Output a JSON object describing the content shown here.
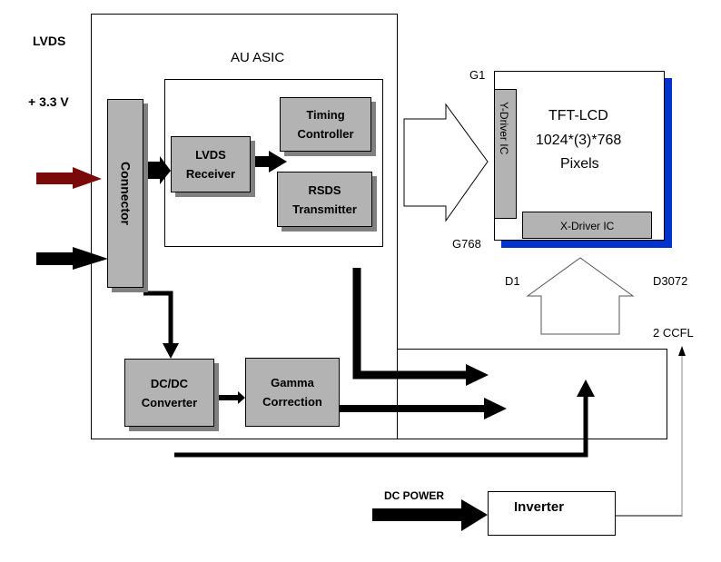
{
  "labels": {
    "lvds": "LVDS",
    "voltage": "+ 3.3 V",
    "asic": "AU ASIC",
    "g1": "G1",
    "g768": "G768",
    "d1": "D1",
    "d3072": "D3072",
    "ccfl": "2 CCFL",
    "dc_power": "DC POWER"
  },
  "blocks": {
    "connector": "Connector",
    "lvds_receiver": [
      "LVDS",
      "Receiver"
    ],
    "timing_controller": [
      "Timing",
      "Controller"
    ],
    "rsds_transmitter": [
      "RSDS",
      "Transmitter"
    ],
    "dcdc_converter": [
      "DC/DC",
      "Converter"
    ],
    "gamma_correction": [
      "Gamma",
      "Correction"
    ],
    "inverter": "Inverter"
  },
  "panel": {
    "title": "TFT-LCD",
    "resolution": "1024*(3)*768",
    "unit": "Pixels",
    "y_driver": "Y-Driver IC",
    "x_driver": "X-Driver IC"
  },
  "colors": {
    "block_fill": "#b3b3b3",
    "shadow": "#808080",
    "panel_shadow": "#0033cc",
    "input_arrow": "#7a0a0a"
  }
}
